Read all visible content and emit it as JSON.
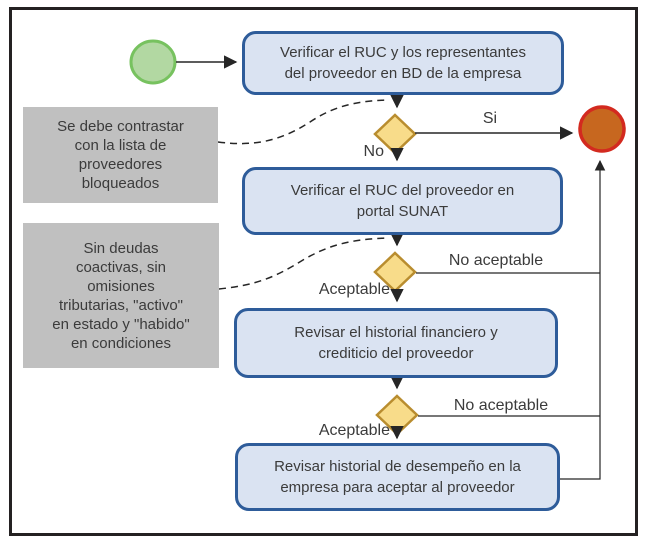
{
  "colors": {
    "task_fill": "#dae3f2",
    "task_border": "#2e5c9a",
    "decision_fill": "#f8dc8a",
    "decision_border": "#b98d2f",
    "start_fill": "#b2d8a2",
    "start_border": "#77c25f",
    "end_fill": "#c7671f",
    "end_border": "#d32a1f",
    "note_fill": "#c0c0c0",
    "line": "#262626",
    "text": "#3b3b3b"
  },
  "flow": {
    "tasks": [
      {
        "label": "Verificar el RUC y los representantes\ndel proveedor en BD de la empresa"
      },
      {
        "label": "Verificar el RUC del proveedor en\nportal SUNAT"
      },
      {
        "label": "Revisar el historial financiero y\ncrediticio del proveedor"
      },
      {
        "label": "Revisar historial de desempeño en la\nempresa para aceptar al proveedor"
      }
    ],
    "decisions": [
      {
        "branch_right": "Si",
        "branch_down": "No"
      },
      {
        "branch_right": "No aceptable",
        "branch_down": "Aceptable"
      },
      {
        "branch_right": "No aceptable",
        "branch_down": "Aceptable"
      }
    ],
    "notes": [
      {
        "text": "Se debe contrastar\ncon la lista de\nproveedores\nbloqueados"
      },
      {
        "text": "Sin deudas\ncoactivas, sin\nomisiones\ntributarias, \"activo\"\nen estado y \"habido\"\nen condiciones"
      }
    ]
  }
}
